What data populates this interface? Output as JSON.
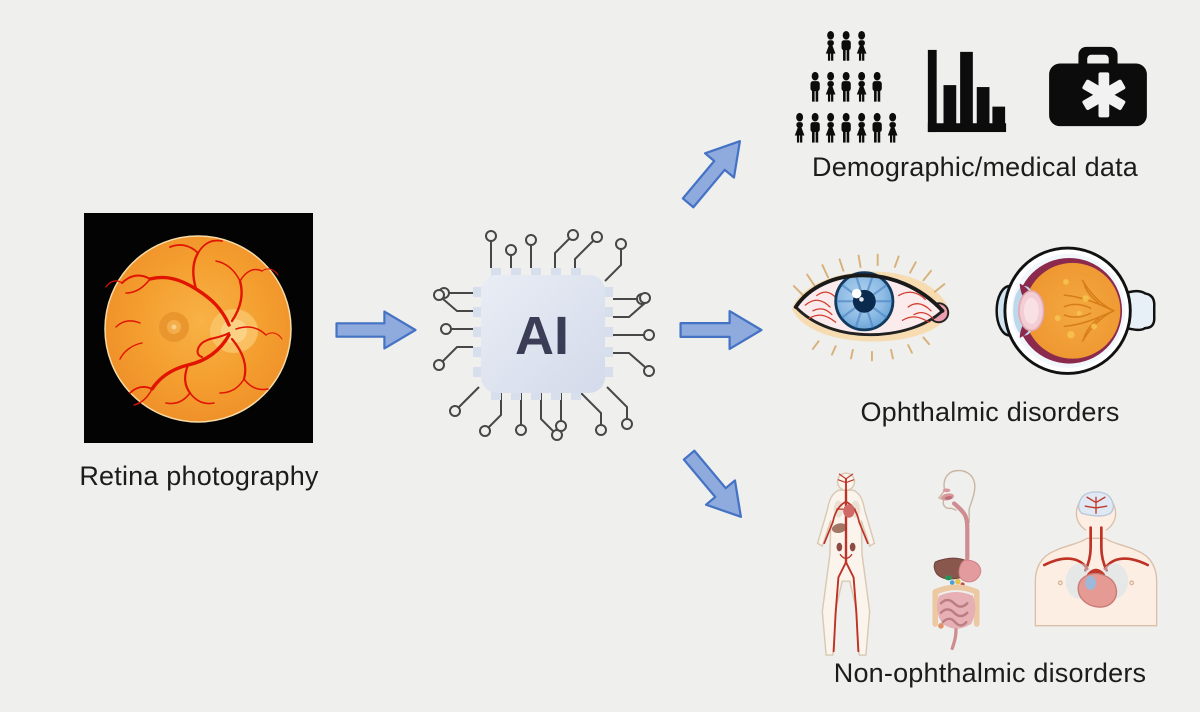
{
  "title": "Retina photography AI prediction diagram",
  "source": {
    "label": "Retina photography",
    "image": "fundus-photograph"
  },
  "processor": {
    "label": "AI",
    "graphic": "ai-chip-with-circuit-traces"
  },
  "arrows": {
    "style": "block-arrow",
    "fill": "#8faadc",
    "border": "#4472c4",
    "items": [
      "retina-to-ai",
      "ai-to-demographic-data",
      "ai-to-ophthalmic-disorders",
      "ai-to-non-ophthalmic-disorders"
    ]
  },
  "outputs": [
    {
      "id": "demographic",
      "label": "Demographic/medical data",
      "icons": [
        "population-pyramid-icon",
        "bar-chart-icon",
        "medical-kit-icon"
      ]
    },
    {
      "id": "ophthalmic",
      "label": "Ophthalmic disorders",
      "icons": [
        "bloodshot-eye-icon",
        "eyeball-cross-section-icon"
      ]
    },
    {
      "id": "non_ophthalmic",
      "label": "Non-ophthalmic disorders",
      "icons": [
        "vascular-body-icon",
        "digestive-system-icon",
        "brain-heart-torso-icon"
      ]
    }
  ],
  "colors": {
    "background": "#efefee",
    "label_text": "#1c1c1c",
    "icon_black": "#0c0c0c",
    "arrow_fill": "#8faadc",
    "arrow_border": "#4472c4",
    "chip_fill": "#dae0ed",
    "chip_text": "#3a3d55",
    "trace": "#474747",
    "retina_orange": "#f29d30",
    "vessel_red": "#e11400"
  }
}
